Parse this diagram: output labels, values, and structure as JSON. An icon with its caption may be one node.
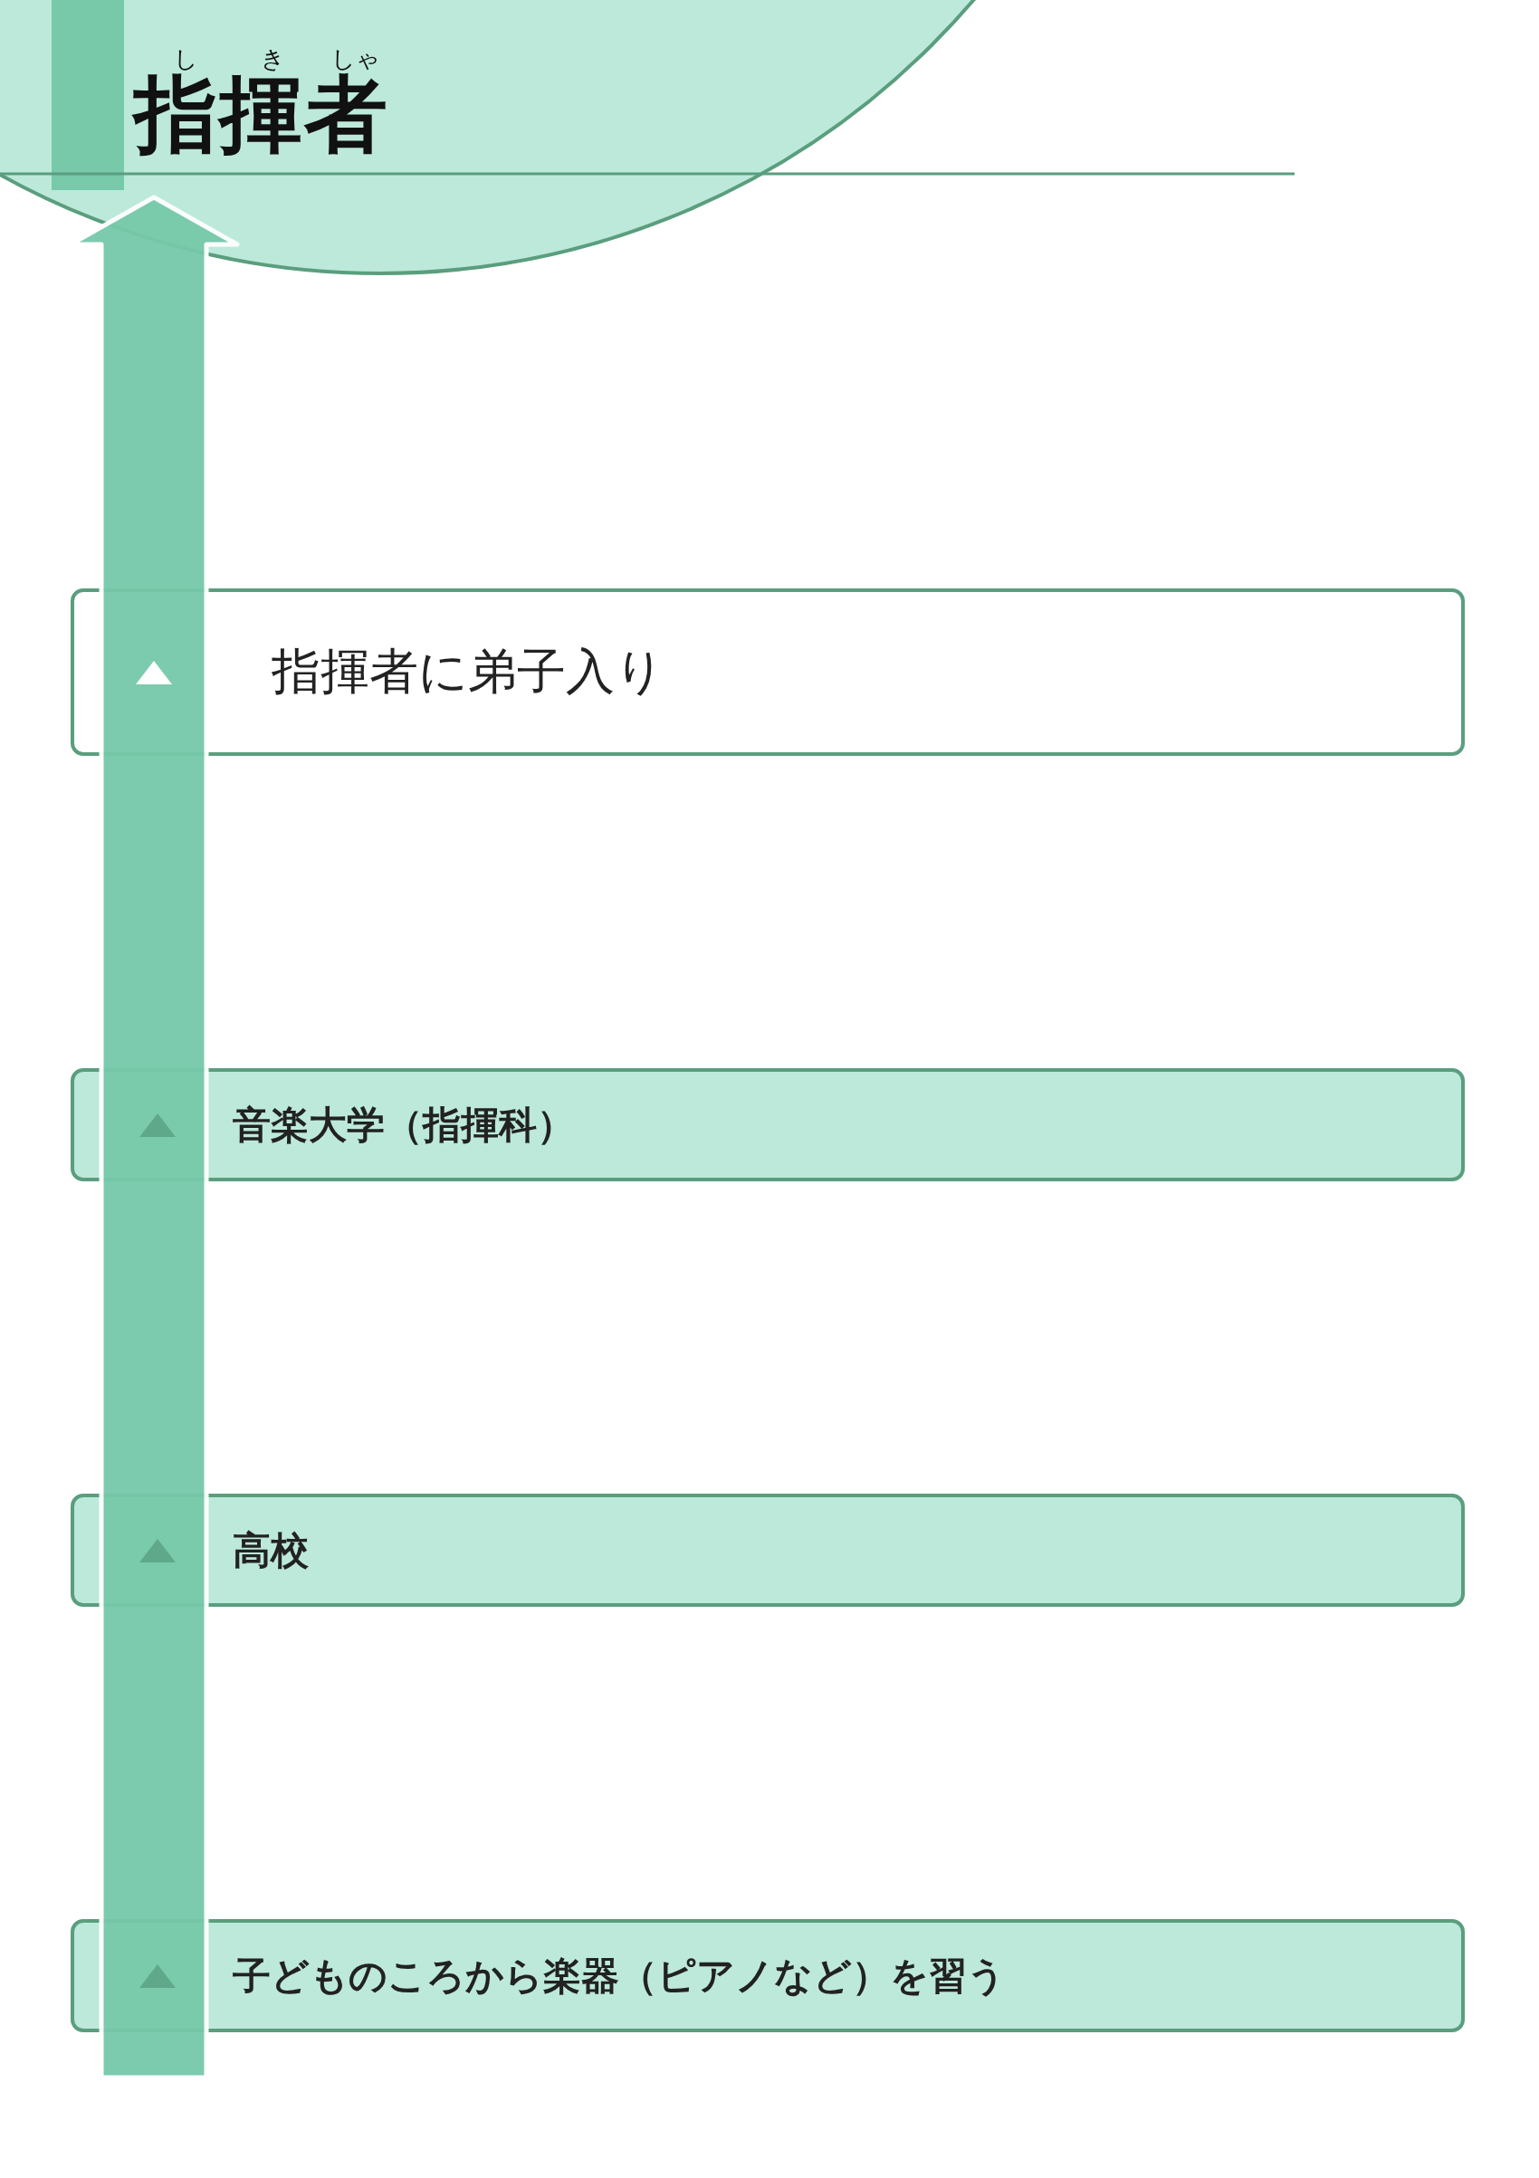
{
  "diagram": {
    "title": "指揮者",
    "nodes": [
      {
        "text": [
          "指揮者に弟子入り"
        ]
      },
      {
        "text": [
          "音楽大学（指揮科）"
        ]
      },
      {
        "text": [
          "高校"
        ]
      },
      {
        "text": [
          "子どものころから楽器（ピアノなど）を習う"
        ]
      }
    ],
    "labels": [
      "し",
      "き",
      "しゃ"
    ]
  }
}
